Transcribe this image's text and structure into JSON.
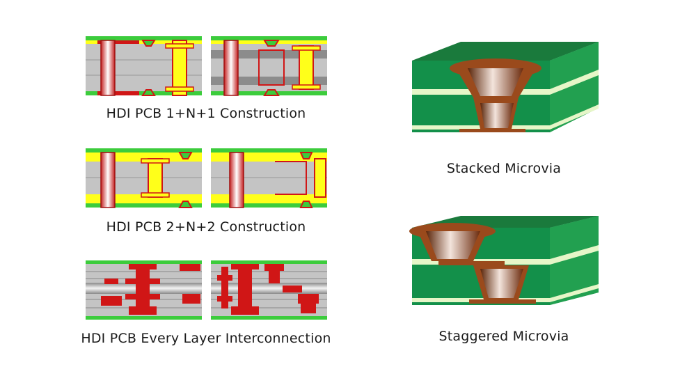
{
  "captions": {
    "hdi_1n1": "HDI PCB 1+N+1 Construction",
    "hdi_2n2": "HDI PCB 2+N+2 Construction",
    "hdi_elic": "HDI PCB Every Layer Interconnection",
    "stacked": "Stacked Microvia",
    "staggered": "Staggered Microvia"
  },
  "colors": {
    "green": "#3ccc3c",
    "yellow": "#ffff1a",
    "gray": "#c4c4c4",
    "darkgray": "#8c8c8c",
    "red": "#d01616",
    "board_green": "#13904a",
    "copper": "#9a4a1c",
    "prepreg": "#e6f6c8"
  }
}
